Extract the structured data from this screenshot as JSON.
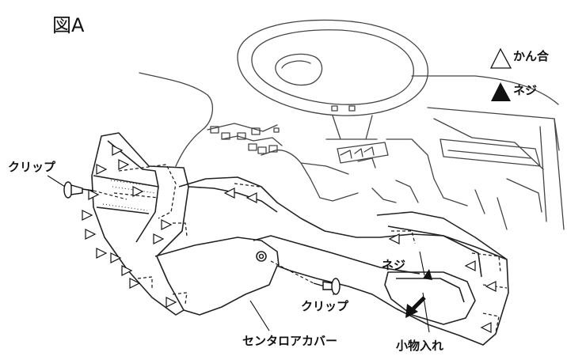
{
  "figure": {
    "title": "図A"
  },
  "legend": {
    "snap_fit": "かん合",
    "screw": "ネジ"
  },
  "labels": {
    "clip_left": "クリップ",
    "clip_bottom": "クリップ",
    "screw": "ネジ",
    "center_lower_cover": "センタロアカバー",
    "small_tray": "小物入れ"
  }
}
